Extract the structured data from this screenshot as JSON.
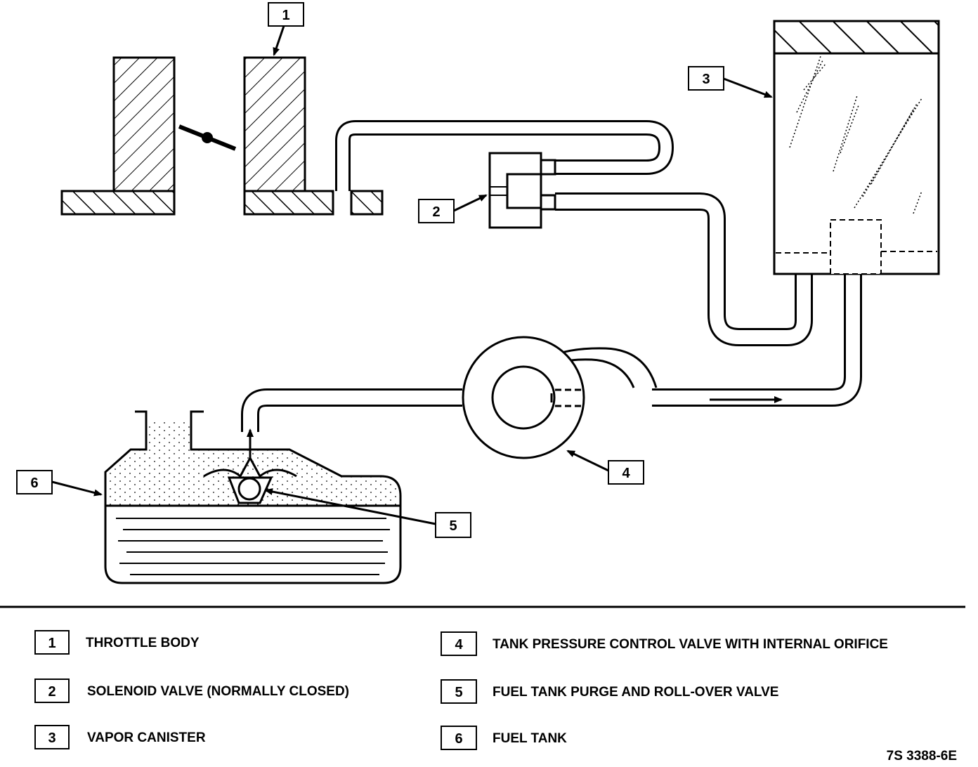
{
  "callouts": [
    {
      "number": "1"
    },
    {
      "number": "2"
    },
    {
      "number": "3"
    },
    {
      "number": "4"
    },
    {
      "number": "5"
    },
    {
      "number": "6"
    }
  ],
  "legend": [
    {
      "number": "1",
      "label": "THROTTLE BODY"
    },
    {
      "number": "2",
      "label": "SOLENOID VALVE (NORMALLY CLOSED)"
    },
    {
      "number": "3",
      "label": "VAPOR CANISTER"
    },
    {
      "number": "4",
      "label": "TANK PRESSURE CONTROL VALVE WITH INTERNAL ORIFICE"
    },
    {
      "number": "5",
      "label": "FUEL TANK PURGE AND ROLL-OVER VALVE"
    },
    {
      "number": "6",
      "label": "FUEL TANK"
    }
  ],
  "figure_id": "7S 3388-6E",
  "colors": {
    "ink": "#000000",
    "paper": "#ffffff"
  }
}
